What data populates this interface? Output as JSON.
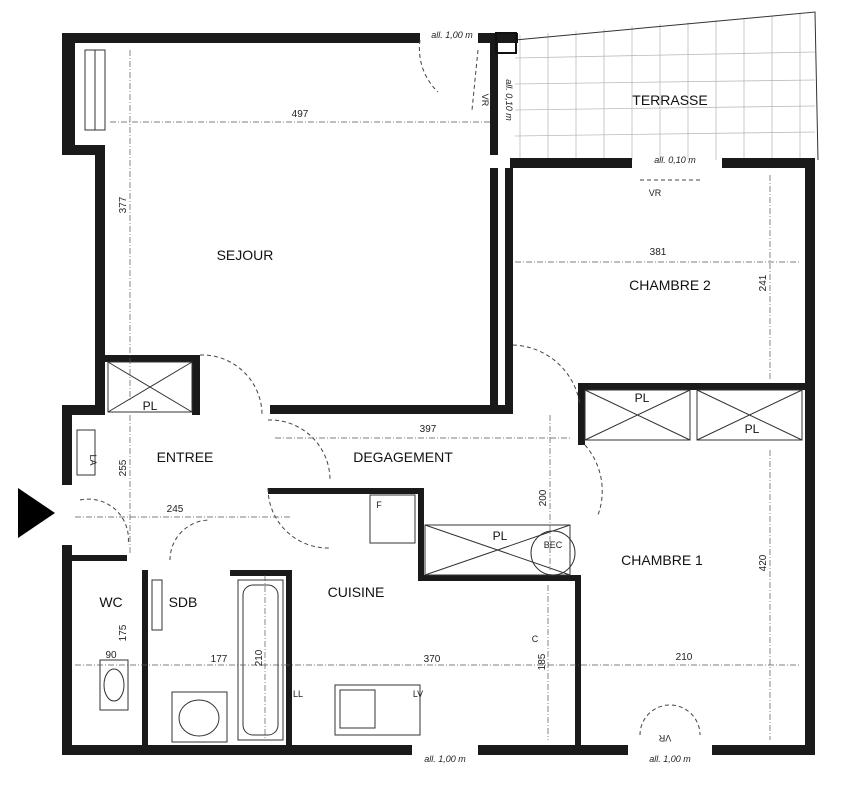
{
  "rooms": {
    "sejour": "SEJOUR",
    "chambre2": "CHAMBRE 2",
    "terrasse": "TERRASSE",
    "entree": "ENTREE",
    "degagement": "DEGAGEMENT",
    "chambre1": "CHAMBRE 1",
    "cuisine": "CUISINE",
    "wc": "WC",
    "sdb": "SDB"
  },
  "fixtures": {
    "pl": "PL",
    "bec": "BEC",
    "f": "F",
    "ll": "LL",
    "lv": "LV",
    "c": "C",
    "vr": "VR",
    "la": "LA"
  },
  "dimensions": {
    "d497": "497",
    "d377": "377",
    "d381": "381",
    "d241": "241",
    "d397": "397",
    "d255": "255",
    "d245": "245",
    "d200": "200",
    "d420": "420",
    "d175": "175",
    "d90": "90",
    "d177": "177",
    "d210a": "210",
    "d370": "370",
    "d185": "185",
    "d210b": "210"
  },
  "annotations": {
    "all_top": "all. 1,00 m",
    "all_side": "all. 0,10 m",
    "all_terrace": "all. 0,10 m",
    "all_bottom_left": "all. 1,00 m",
    "all_bottom_right": "all. 1,00 m"
  }
}
